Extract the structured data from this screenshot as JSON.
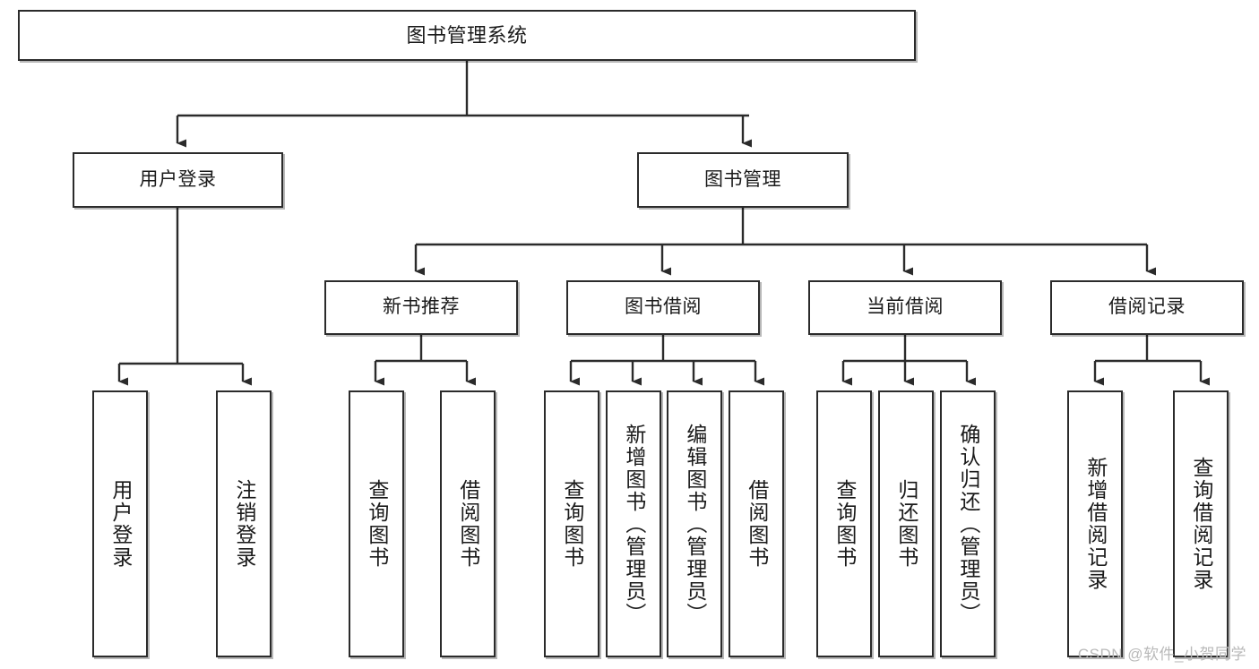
{
  "diagram": {
    "title": "图书管理系统",
    "type": "tree-hierarchy-chart",
    "root": {
      "label": "图书管理系统"
    },
    "level2": [
      {
        "label": "用户登录"
      },
      {
        "label": "图书管理"
      }
    ],
    "level3": [
      {
        "label": "新书推荐"
      },
      {
        "label": "图书借阅"
      },
      {
        "label": "当前借阅"
      },
      {
        "label": "借阅记录"
      }
    ],
    "leaves": {
      "user_login": [
        {
          "label": "用户登录"
        },
        {
          "label": "注销登录"
        }
      ],
      "new_book_recommend": [
        {
          "label": "查询图书"
        },
        {
          "label": "借阅图书"
        }
      ],
      "book_borrow": [
        {
          "label": "查询图书"
        },
        {
          "label": "新增图书（管理员）"
        },
        {
          "label": "编辑图书（管理员）"
        },
        {
          "label": "借阅图书"
        }
      ],
      "current_borrow": [
        {
          "label": "查询图书"
        },
        {
          "label": "归还图书"
        },
        {
          "label": "确认归还（管理员）"
        }
      ],
      "borrow_record": [
        {
          "label": "新增借阅记录"
        },
        {
          "label": "查询借阅记录"
        }
      ]
    }
  },
  "watermark": {
    "text": "CSDN @软件_小贺同学"
  },
  "colors": {
    "box_border": "#2b2b2b",
    "box_fill": "#ffffff",
    "connector": "#2b2b2b",
    "text": "#1a1a1a",
    "watermark": "#b9b9b9",
    "background": "#ffffff"
  }
}
